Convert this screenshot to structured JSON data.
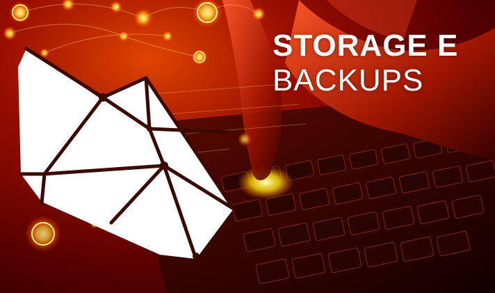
{
  "headline": {
    "line1": "STORAGE E",
    "line2": "BACKUPS"
  },
  "logo": {
    "name": "white-geometric-cube-logo",
    "color": "#ffffff",
    "lines_color": "#3a0a00"
  },
  "palette": {
    "background_dark": "#1a0000",
    "background_mid": "#c81400",
    "glow": "#ffcc33",
    "text": "#ffffff"
  }
}
